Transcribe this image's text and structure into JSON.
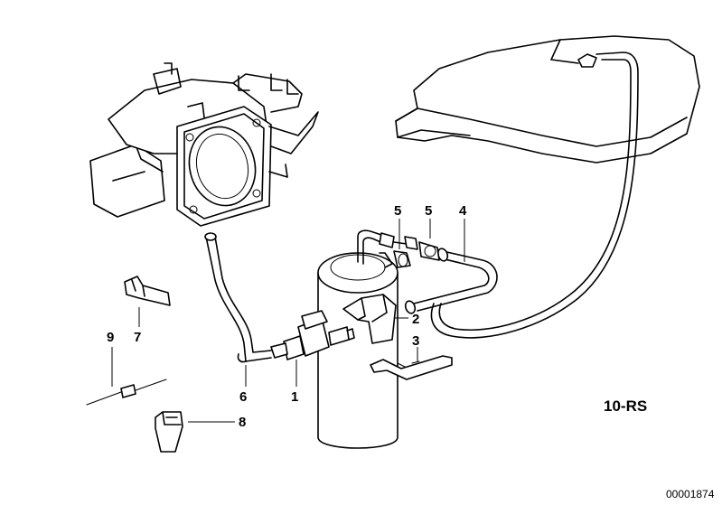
{
  "callouts": [
    {
      "id": "1",
      "label": "1"
    },
    {
      "id": "2",
      "label": "2"
    },
    {
      "id": "3",
      "label": "3"
    },
    {
      "id": "4",
      "label": "4"
    },
    {
      "id": "5a",
      "label": "5"
    },
    {
      "id": "5b",
      "label": "5"
    },
    {
      "id": "6",
      "label": "6"
    },
    {
      "id": "7",
      "label": "7"
    },
    {
      "id": "8",
      "label": "8"
    },
    {
      "id": "9",
      "label": "9"
    }
  ],
  "diagram_code": "10-RS",
  "image_id": "00001874"
}
